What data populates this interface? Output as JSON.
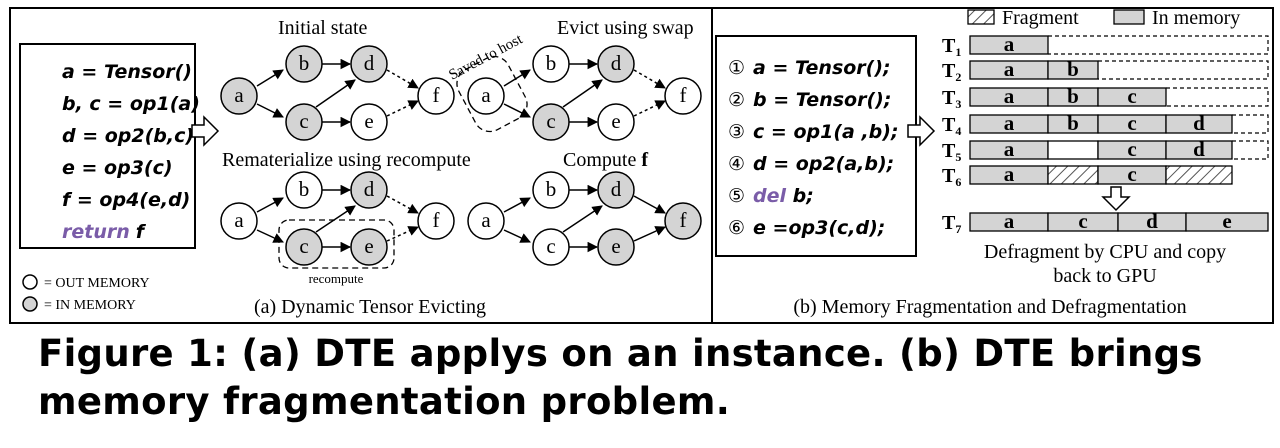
{
  "panel_a": {
    "code": {
      "lines": [
        "a = Tensor()",
        "b, c = op1(a)",
        "d = op2(b,c)",
        "e = op3(c)",
        "f = op4(e,d)"
      ],
      "return_kw": "return",
      "return_var": "f"
    },
    "legend": {
      "out_memory": "= OUT MEMORY",
      "in_memory": "= IN MEMORY"
    },
    "titles": {
      "initial": "Initial state",
      "evict": "Evict using swap",
      "remat": "Rematerialize using recompute",
      "compute_prefix": "Compute ",
      "compute_var": "f"
    },
    "saved_to_host": "Saved to host",
    "recompute": "recompute",
    "nodes": [
      "a",
      "b",
      "c",
      "d",
      "e",
      "f"
    ],
    "subcaption": "(a) Dynamic Tensor Evicting"
  },
  "panel_b": {
    "code_lines": [
      {
        "num": "①",
        "text": "a = Tensor();"
      },
      {
        "num": "②",
        "text": "b = Tensor();"
      },
      {
        "num": "③",
        "text": "c = op1(a ,b);"
      },
      {
        "num": "④",
        "text": "d = op2(a,b);"
      },
      {
        "num": "⑤",
        "kw": "del",
        "text": " b;"
      },
      {
        "num": "⑥",
        "text": "e =op3(c,d);"
      }
    ],
    "legend": {
      "fragment": "Fragment",
      "in_memory": "In memory"
    },
    "rows": [
      {
        "label": "T",
        "sub": "1",
        "segments": [
          "a"
        ]
      },
      {
        "label": "T",
        "sub": "2",
        "segments": [
          "a",
          "b"
        ]
      },
      {
        "label": "T",
        "sub": "3",
        "segments": [
          "a",
          "b",
          "c"
        ]
      },
      {
        "label": "T",
        "sub": "4",
        "segments": [
          "a",
          "b",
          "c",
          "d"
        ]
      },
      {
        "label": "T",
        "sub": "5",
        "segments": [
          "a",
          "",
          "c",
          "d"
        ]
      },
      {
        "label": "T",
        "sub": "6",
        "segments": [
          "a",
          "",
          "c",
          ""
        ]
      },
      {
        "label": "T",
        "sub": "7",
        "segments": [
          "a",
          "c",
          "d",
          "e"
        ]
      }
    ],
    "defrag_line1": "Defragment by CPU and copy",
    "defrag_line2": "back to GPU",
    "subcaption": "(b)  Memory Fragmentation and Defragmentation"
  },
  "caption": "Figure 1: (a) DTE applys on an instance. (b) DTE brings memory fragmentation problem.",
  "colors": {
    "in_memory": "#d4d4d4",
    "out_memory": "#ffffff",
    "purple": "#7a5ca8"
  }
}
